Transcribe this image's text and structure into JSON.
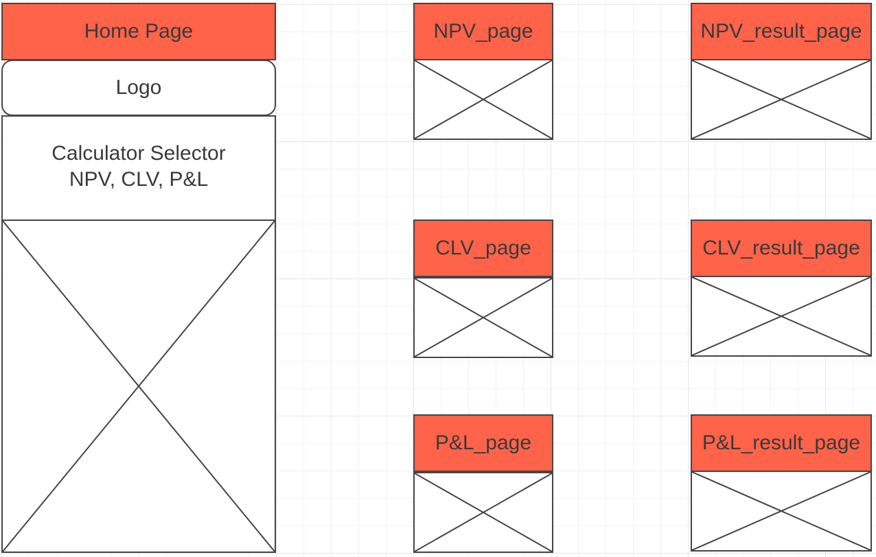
{
  "diagram": {
    "home": {
      "title": "Home Page",
      "logo": "Logo",
      "selector_line1": "Calculator Selector",
      "selector_line2": "NPV, CLV, P&L"
    },
    "pages": [
      {
        "title": "NPV_page"
      },
      {
        "title": "CLV_page"
      },
      {
        "title": "P&L_page"
      }
    ],
    "results": [
      {
        "title": "NPV_result_page"
      },
      {
        "title": "CLV_result_page"
      },
      {
        "title": "P&L_result_page"
      }
    ],
    "colors": {
      "header_fill": "#ff634a",
      "border": "#454545",
      "text": "#3a3a3a",
      "grid": "#e6e6e6"
    }
  }
}
